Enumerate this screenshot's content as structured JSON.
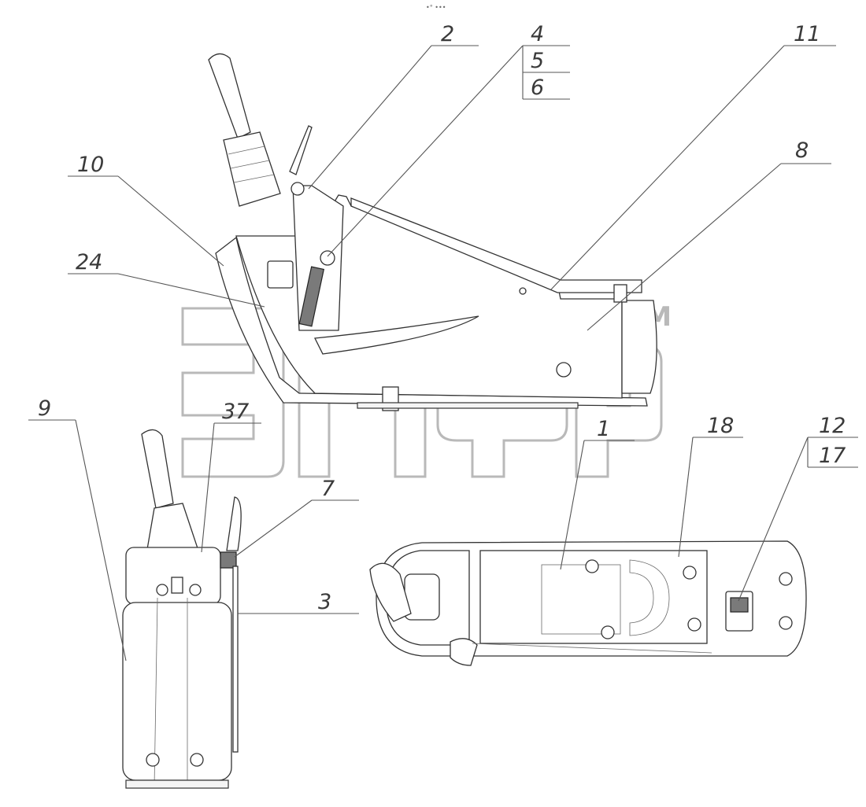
{
  "diagram": {
    "watermark": {
      "text": "эпф",
      "trademark": "TM"
    },
    "header_mark": "•° •••",
    "callouts": [
      {
        "id": "2",
        "text": "2"
      },
      {
        "id": "4",
        "text": "4"
      },
      {
        "id": "5",
        "text": "5"
      },
      {
        "id": "6",
        "text": "6"
      },
      {
        "id": "11",
        "text": "11"
      },
      {
        "id": "10",
        "text": "10"
      },
      {
        "id": "8",
        "text": "8"
      },
      {
        "id": "24",
        "text": "24"
      },
      {
        "id": "9",
        "text": "9"
      },
      {
        "id": "37",
        "text": "37"
      },
      {
        "id": "7",
        "text": "7"
      },
      {
        "id": "1",
        "text": "1"
      },
      {
        "id": "18",
        "text": "18"
      },
      {
        "id": "12",
        "text": "12"
      },
      {
        "id": "17",
        "text": "17"
      },
      {
        "id": "3",
        "text": "3"
      }
    ]
  }
}
